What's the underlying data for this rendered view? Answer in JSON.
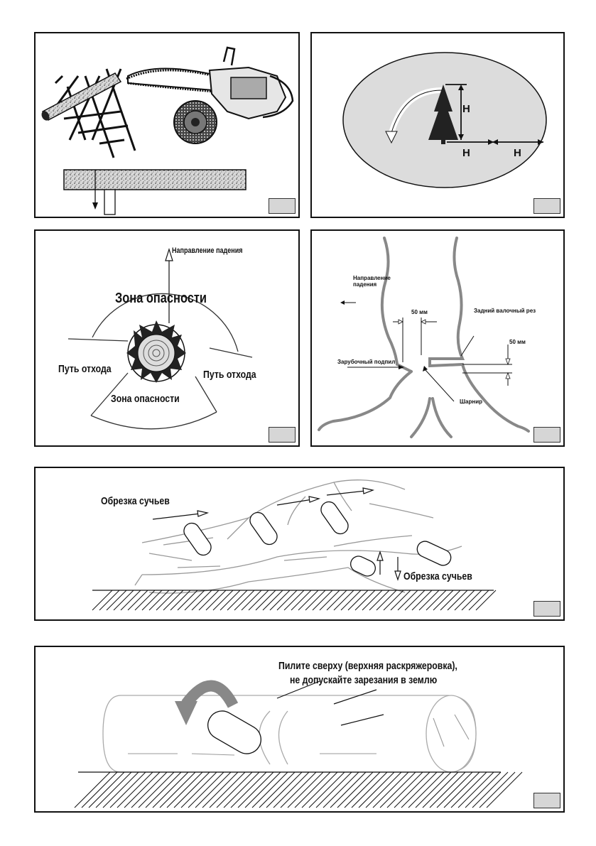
{
  "panels": {
    "p1": {
      "id": ""
    },
    "p2": {
      "height_mark": "H",
      "distance_mark_1": "H",
      "distance_mark_2": "H"
    },
    "p3": {
      "fall_direction": "Направление падения",
      "danger_zone_top": "Зона опасности",
      "escape_path_left": "Путь отхода",
      "escape_path_right": "Путь отхода",
      "danger_zone_bottom": "Зона опасности"
    },
    "p4": {
      "fall_direction": "Направление\nпадения",
      "dim_50_top": "50 мм",
      "back_cut": "Задний валочный рез",
      "dim_50_right": "50 мм",
      "notch_cut": "Зарубочный подпил",
      "hinge": "Шарнир"
    },
    "p5": {
      "limbing_top": "Обрезка  сучьев",
      "limbing_bottom": "Обрезка  сучьев"
    },
    "p6": {
      "instruction_line1": "Пилите сверху (верхняя раскряжеровка),",
      "instruction_line2": "не допускайте зарезания в землю"
    }
  },
  "colors": {
    "border": "#111111",
    "tag": "#d6d6d6",
    "ellipse_fill": "#dcdcdc",
    "tree_stroke": "#888888"
  }
}
